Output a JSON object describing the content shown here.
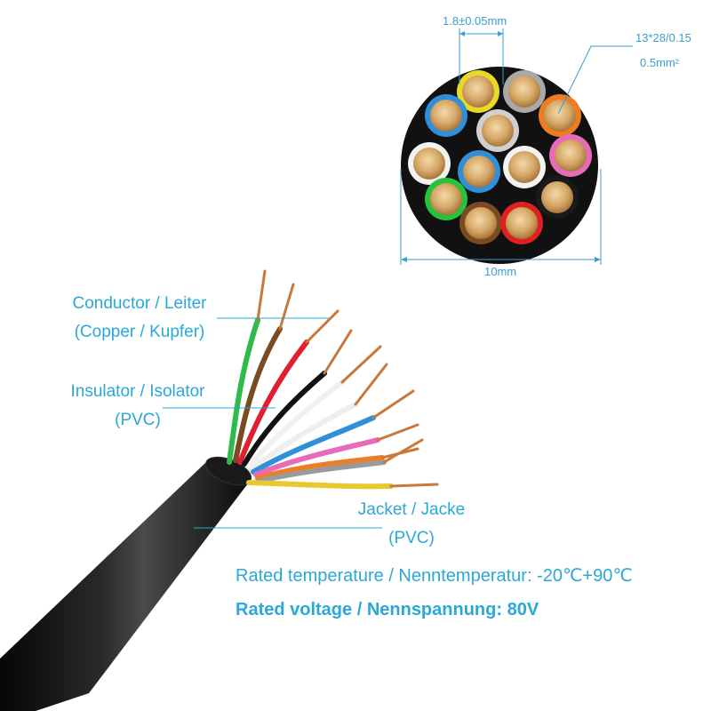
{
  "cross_section": {
    "strand_diameter": "1.8±0.05mm",
    "wire_spec_line1": "13*28/0.15",
    "wire_spec_line2": "0.5mm²",
    "cable_diameter": "10mm",
    "core_colors": [
      "#e8d82a",
      "#a9a9a9",
      "#f07c22",
      "#2f8fd8",
      "#d0d0d0",
      "#e86bb7",
      "#f2f2f2",
      "#2f8fd8",
      "#f2f2f2",
      "#1a1a1a",
      "#25c23a",
      "#7a4a22",
      "#e02020"
    ]
  },
  "callouts": {
    "conductor_line1": "Conductor / Leiter",
    "conductor_line2": "(Copper / Kupfer)",
    "insulator_line1": "Insulator / Isolator",
    "insulator_line2": "(PVC)",
    "jacket_line1": "Jacket / Jacke",
    "jacket_line2": "(PVC)"
  },
  "specs": {
    "temperature": "Rated temperature / Nenntemperatur: -20℃+90℃",
    "voltage": "Rated voltage / Nennspannung: 80V"
  },
  "colors": {
    "label_blue": "#2aa8d8",
    "jacket_black": "#111111",
    "copper": "#c8783a"
  }
}
